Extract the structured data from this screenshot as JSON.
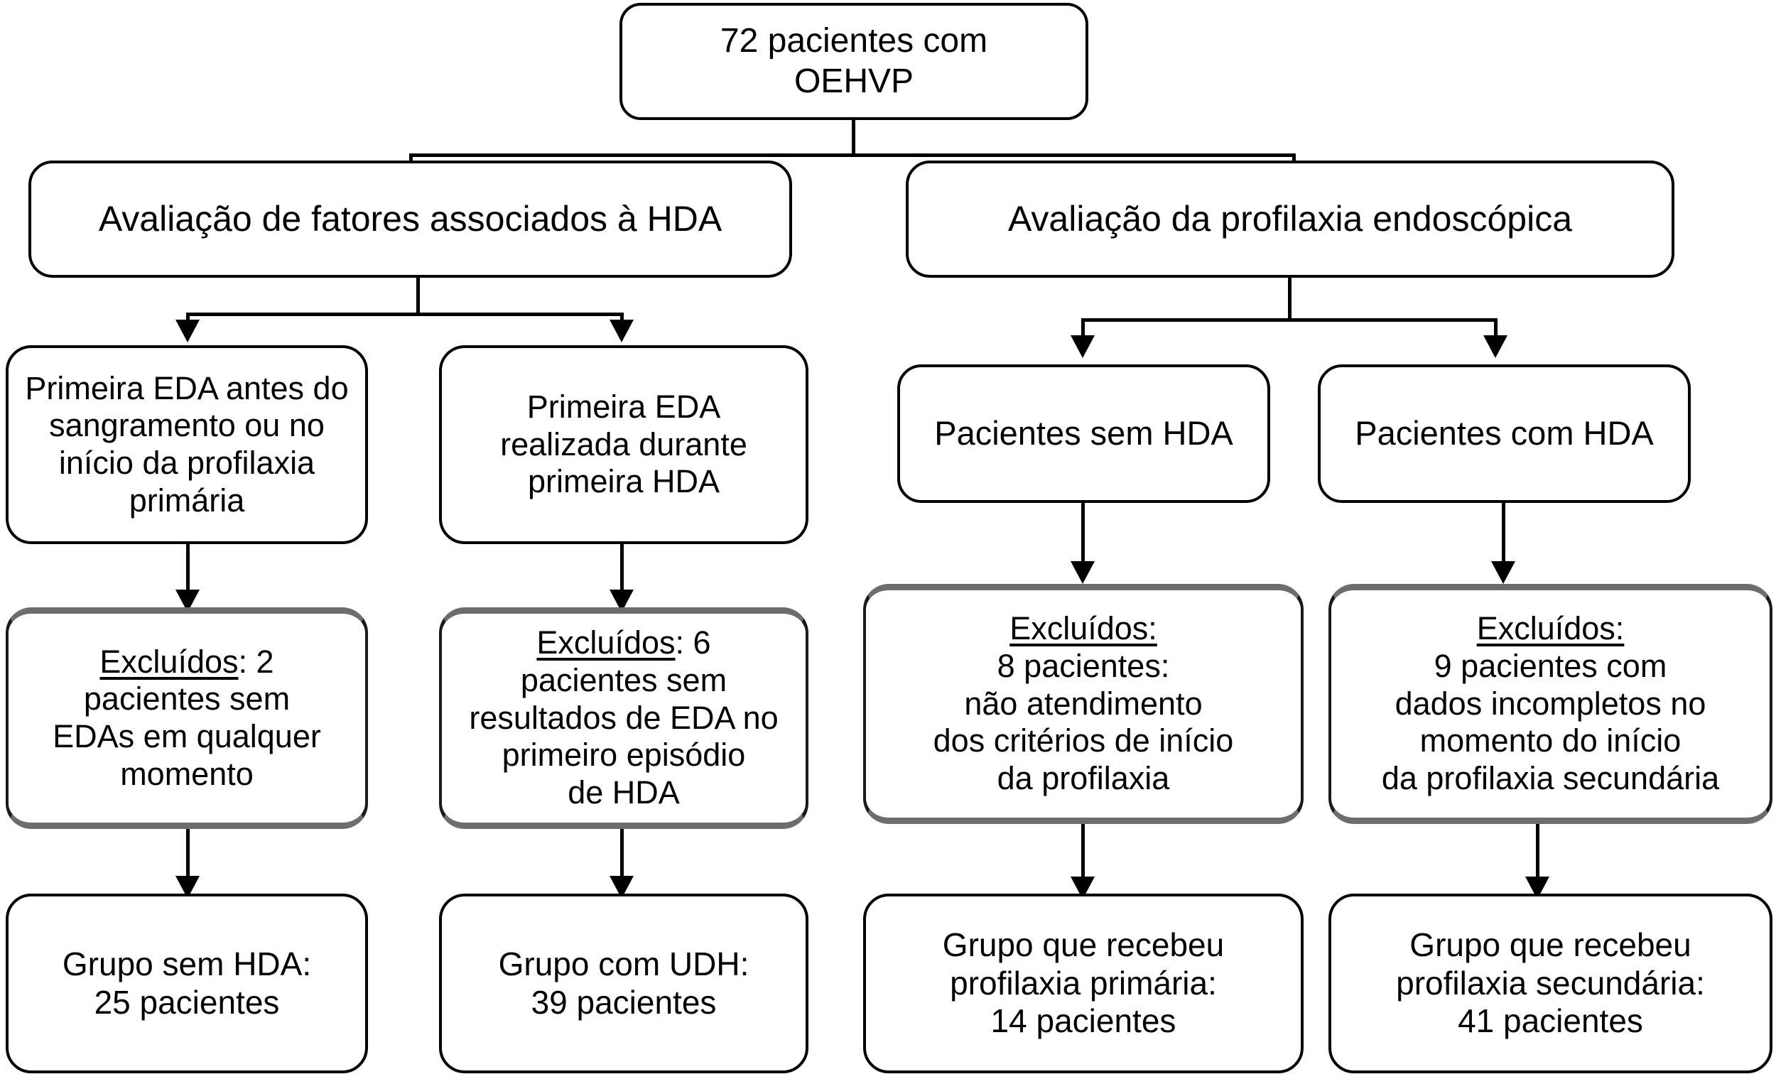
{
  "diagram": {
    "title": "Fluxograma de selecao de pacientes com OEHVP",
    "colors": {
      "stroke": "#000000",
      "shadow_rule": "#6d6d6d",
      "background": "#ffffff"
    },
    "nodes": {
      "root": "72 pacientes com\nOEHVP",
      "branch_left": "Avaliação de fatores associados à HDA",
      "branch_right": "Avaliação da profilaxia endoscópica",
      "l1": "Primeira EDA antes do\nsangramento ou no\ninício da profilaxia\nprimária",
      "l2": "Primeira EDA\nrealizada durante\nprimeira HDA",
      "r1": "Pacientes sem HDA",
      "r2": "Pacientes com HDA",
      "l1_excluded_label": "Excluídos",
      "l1_excluded_rest": ": 2\npacientes sem\nEDAs em qualquer\nmomento",
      "l2_excluded_label": "Excluídos",
      "l2_excluded_rest": ": 6\npacientes sem\nresultados de EDA no\nprimeiro episódio\nde HDA",
      "r1_excluded_label": "Excluídos:",
      "r1_excluded_rest": "\n8 pacientes:\nnão atendimento\ndos critérios de início\nda profilaxia",
      "r2_excluded_label": "Excluídos:",
      "r2_excluded_rest": "\n9 pacientes com\ndados incompletos no\nmomento do início\nda profilaxia secundária",
      "l1_result": "Grupo sem HDA:\n25 pacientes",
      "l2_result": "Grupo com UDH:\n39 pacientes",
      "r1_result": "Grupo que recebeu\nprofilaxia primária:\n14 pacientes",
      "r2_result": "Grupo que recebeu\nprofilaxia secundária:\n41 pacientes"
    }
  },
  "chart_data": {
    "type": "diagram",
    "title": "Fluxograma de selecao dos pacientes",
    "counts": {
      "total_patients": 72,
      "excluded_no_eda_any_time": 2,
      "excluded_no_eda_first_bleed": 6,
      "excluded_criteria_prophylaxis": 8,
      "excluded_incomplete_secondary": 9,
      "group_without_hda": 25,
      "group_with_udh": 39,
      "group_primary_prophylaxis": 14,
      "group_secondary_prophylaxis": 41
    },
    "edges": [
      {
        "from": "root",
        "to": "branch_left"
      },
      {
        "from": "root",
        "to": "branch_right"
      },
      {
        "from": "branch_left",
        "to": "l1"
      },
      {
        "from": "branch_left",
        "to": "l2"
      },
      {
        "from": "branch_right",
        "to": "r1"
      },
      {
        "from": "branch_right",
        "to": "r2"
      },
      {
        "from": "l1",
        "to": "l1_excluded"
      },
      {
        "from": "l2",
        "to": "l2_excluded"
      },
      {
        "from": "r1",
        "to": "r1_excluded"
      },
      {
        "from": "r2",
        "to": "r2_excluded"
      },
      {
        "from": "l1_excluded",
        "to": "l1_result"
      },
      {
        "from": "l2_excluded",
        "to": "l2_result"
      },
      {
        "from": "r1_excluded",
        "to": "r1_result"
      },
      {
        "from": "r2_excluded",
        "to": "r2_result"
      }
    ]
  }
}
